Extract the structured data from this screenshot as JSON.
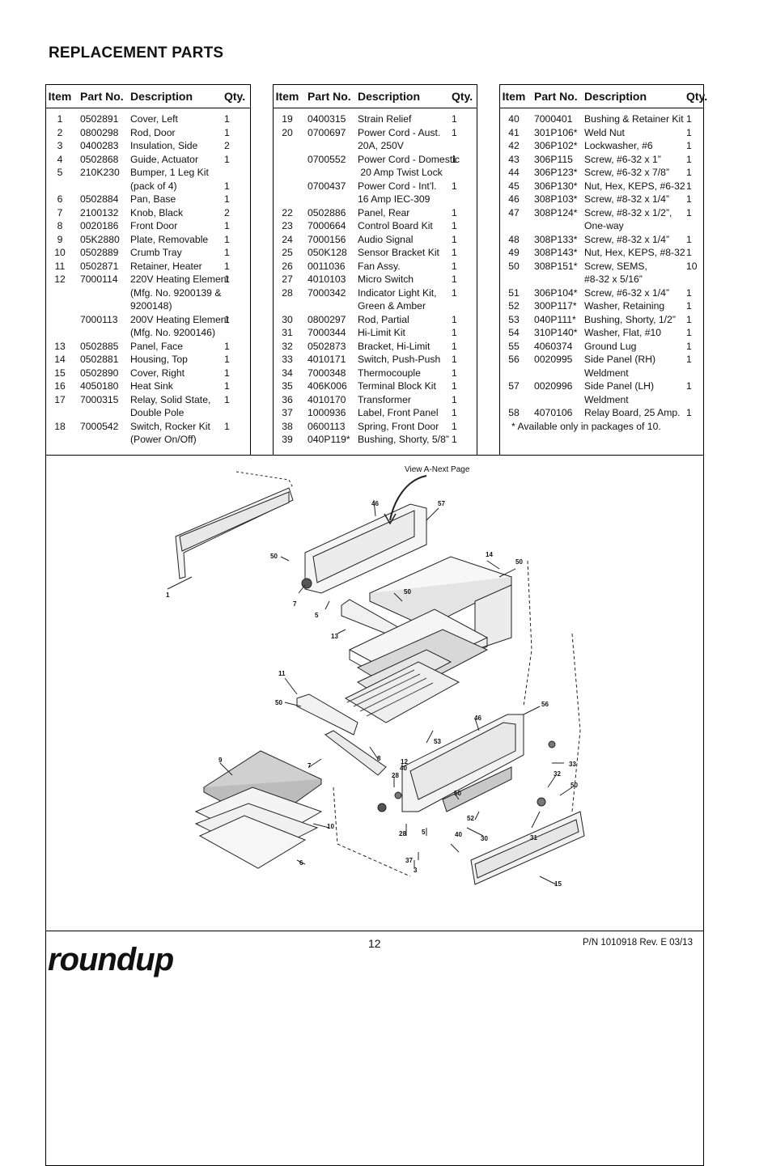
{
  "page_title": "REPLACEMENT PARTS",
  "headers": {
    "item": "Item",
    "part_no": "Part No.",
    "description": "Description",
    "qty": "Qty."
  },
  "columns": [
    {
      "rows": [
        {
          "item": "1",
          "part": "0502891",
          "desc": [
            "Cover, Left"
          ],
          "qty": "1"
        },
        {
          "item": "2",
          "part": "0800298",
          "desc": [
            "Rod, Door"
          ],
          "qty": "1"
        },
        {
          "item": "3",
          "part": "0400283",
          "desc": [
            "Insulation, Side"
          ],
          "qty": "2"
        },
        {
          "item": "4",
          "part": "0502868",
          "desc": [
            "Guide, Actuator"
          ],
          "qty": "1"
        },
        {
          "item": "5",
          "part": "210K230",
          "desc": [
            "Bumper, 1 Leg Kit",
            "(pack of 4)"
          ],
          "qty": "1",
          "qty_line": 2
        },
        {
          "item": "6",
          "part": "0502884",
          "desc": [
            "Pan, Base"
          ],
          "qty": "1"
        },
        {
          "item": "7",
          "part": "2100132",
          "desc": [
            "Knob, Black"
          ],
          "qty": "2"
        },
        {
          "item": "8",
          "part": "0020186",
          "desc": [
            "Front Door"
          ],
          "qty": "1"
        },
        {
          "item": "9",
          "part": "05K2880",
          "desc": [
            "Plate, Removable"
          ],
          "qty": "1"
        },
        {
          "item": "10",
          "part": "0502889",
          "desc": [
            "Crumb Tray"
          ],
          "qty": "1"
        },
        {
          "item": "11",
          "part": "0502871",
          "desc": [
            "Retainer, Heater"
          ],
          "qty": "1"
        },
        {
          "item": "12",
          "part": "7000114",
          "desc": [
            "220V Heating Element",
            "(Mfg. No. 9200139 &",
            "9200148)"
          ],
          "qty": "1"
        },
        {
          "item": "",
          "part": "7000113",
          "desc": [
            "200V Heating Element",
            "(Mfg. No. 9200146)"
          ],
          "qty": "1"
        },
        {
          "item": "13",
          "part": "0502885",
          "desc": [
            "Panel, Face"
          ],
          "qty": "1"
        },
        {
          "item": "14",
          "part": "0502881",
          "desc": [
            "Housing, Top"
          ],
          "qty": "1"
        },
        {
          "item": "15",
          "part": "0502890",
          "desc": [
            "Cover, Right"
          ],
          "qty": "1"
        },
        {
          "item": "16",
          "part": "4050180",
          "desc": [
            "Heat Sink"
          ],
          "qty": "1"
        },
        {
          "item": "17",
          "part": "7000315",
          "desc": [
            "Relay, Solid State,",
            "Double Pole"
          ],
          "qty": "1"
        },
        {
          "item": "18",
          "part": "7000542",
          "desc": [
            "Switch, Rocker Kit",
            "(Power On/Off)"
          ],
          "qty": "1"
        }
      ]
    },
    {
      "rows": [
        {
          "item": "19",
          "part": "0400315",
          "desc": [
            "Strain Relief"
          ],
          "qty": "1"
        },
        {
          "item": "20",
          "part": "0700697",
          "desc": [
            "Power Cord - Aust.",
            "20A, 250V"
          ],
          "qty": "1"
        },
        {
          "item": "",
          "part": "0700552",
          "desc": [
            "Power Cord - Domestic",
            " 20 Amp Twist Lock"
          ],
          "qty": "1"
        },
        {
          "item": "",
          "part": "0700437",
          "desc": [
            "Power Cord - Int’l.",
            "16 Amp IEC-309"
          ],
          "qty": "1"
        },
        {
          "item": "22",
          "part": "0502886",
          "desc": [
            "Panel, Rear"
          ],
          "qty": "1"
        },
        {
          "item": "23",
          "part": "7000664",
          "desc": [
            "Control Board Kit"
          ],
          "qty": "1"
        },
        {
          "item": "24",
          "part": "7000156",
          "desc": [
            "Audio Signal"
          ],
          "qty": "1"
        },
        {
          "item": "25",
          "part": "050K128",
          "desc": [
            "Sensor Bracket Kit"
          ],
          "qty": "1"
        },
        {
          "item": "26",
          "part": "0011036",
          "desc": [
            "Fan Assy."
          ],
          "qty": "1"
        },
        {
          "item": "27",
          "part": "4010103",
          "desc": [
            "Micro Switch"
          ],
          "qty": "1"
        },
        {
          "item": "28",
          "part": "7000342",
          "desc": [
            "Indicator Light Kit,",
            "Green & Amber"
          ],
          "qty": "1"
        },
        {
          "item": "30",
          "part": "0800297",
          "desc": [
            "Rod, Partial"
          ],
          "qty": "1"
        },
        {
          "item": "31",
          "part": "7000344",
          "desc": [
            "Hi-Limit Kit"
          ],
          "qty": "1"
        },
        {
          "item": "32",
          "part": "0502873",
          "desc": [
            "Bracket, Hi-Limit"
          ],
          "qty": "1"
        },
        {
          "item": "33",
          "part": "4010171",
          "desc": [
            "Switch, Push-Push"
          ],
          "qty": "1"
        },
        {
          "item": "34",
          "part": "7000348",
          "desc": [
            "Thermocouple"
          ],
          "qty": "1"
        },
        {
          "item": "35",
          "part": "406K006",
          "desc": [
            "Terminal Block Kit"
          ],
          "qty": "1"
        },
        {
          "item": "36",
          "part": "4010170",
          "desc": [
            "Transformer"
          ],
          "qty": "1"
        },
        {
          "item": "37",
          "part": "1000936",
          "desc": [
            "Label, Front Panel"
          ],
          "qty": "1"
        },
        {
          "item": "38",
          "part": "0600113",
          "desc": [
            "Spring, Front Door"
          ],
          "qty": "1"
        },
        {
          "item": "39",
          "part": "040P119*",
          "desc": [
            "Bushing, Shorty, 5/8”"
          ],
          "qty": "1"
        }
      ]
    },
    {
      "rows": [
        {
          "item": "40",
          "part": "7000401",
          "desc": [
            "Bushing & Retainer Kit"
          ],
          "qty": "1"
        },
        {
          "item": "41",
          "part": "301P106*",
          "desc": [
            "Weld Nut"
          ],
          "qty": "1"
        },
        {
          "item": "42",
          "part": "306P102*",
          "desc": [
            "Lockwasher, #6"
          ],
          "qty": "1"
        },
        {
          "item": "43",
          "part": "306P115",
          "desc": [
            "Screw, #6-32 x 1”"
          ],
          "qty": "1"
        },
        {
          "item": "44",
          "part": "306P123*",
          "desc": [
            "Screw, #6-32 x 7/8”"
          ],
          "qty": "1"
        },
        {
          "item": "45",
          "part": "306P130*",
          "desc": [
            "Nut, Hex, KEPS, #6-32"
          ],
          "qty": "1"
        },
        {
          "item": "46",
          "part": "308P103*",
          "desc": [
            "Screw, #8-32 x 1/4”"
          ],
          "qty": "1"
        },
        {
          "item": "47",
          "part": "308P124*",
          "desc": [
            "Screw, #8-32 x 1/2”,",
            "One-way"
          ],
          "qty": "1"
        },
        {
          "item": "48",
          "part": "308P133*",
          "desc": [
            "Screw, #8-32 x 1/4”"
          ],
          "qty": "1"
        },
        {
          "item": "49",
          "part": "308P143*",
          "desc": [
            "Nut, Hex, KEPS, #8-32"
          ],
          "qty": "1"
        },
        {
          "item": "50",
          "part": "308P151*",
          "desc": [
            "Screw, SEMS,",
            "#8-32 x 5/16”"
          ],
          "qty": "10"
        },
        {
          "item": "51",
          "part": "306P104*",
          "desc": [
            "Screw, #6-32 x 1/4”"
          ],
          "qty": "1"
        },
        {
          "item": "52",
          "part": "300P117*",
          "desc": [
            "Washer, Retaining"
          ],
          "qty": "1"
        },
        {
          "item": "53",
          "part": "040P111*",
          "desc": [
            "Bushing, Shorty, 1/2”"
          ],
          "qty": "1"
        },
        {
          "item": "54",
          "part": "310P140*",
          "desc": [
            "Washer, Flat, #10"
          ],
          "qty": "1"
        },
        {
          "item": "55",
          "part": "4060374",
          "desc": [
            "Ground Lug"
          ],
          "qty": "1"
        },
        {
          "item": "56",
          "part": "0020995",
          "desc": [
            "Side Panel (RH)",
            "Weldment"
          ],
          "qty": "1"
        },
        {
          "item": "57",
          "part": "0020996",
          "desc": [
            "Side Panel (LH)",
            "Weldment"
          ],
          "qty": "1"
        },
        {
          "item": "58",
          "part": "4070106",
          "desc": [
            "Relay Board, 25 Amp."
          ],
          "qty": "1"
        }
      ],
      "footnote": "* Available only in packages of 10."
    }
  ],
  "diagram": {
    "view_label": "View A-Next Page",
    "callouts": [
      "1",
      "50",
      "7",
      "5",
      "46",
      "57",
      "14",
      "50",
      "50",
      "13",
      "11",
      "50",
      "46",
      "56",
      "53",
      "9",
      "7",
      "8",
      "12",
      "40",
      "28",
      "33",
      "32",
      "50",
      "50",
      "52",
      "5",
      "28",
      "30",
      "31",
      "37",
      "40",
      "3",
      "10",
      "6",
      "15"
    ]
  },
  "footer": {
    "page_number": "12",
    "doc_ref": "P/N 1010918 Rev. E 03/13",
    "logo_text": "roundup"
  }
}
